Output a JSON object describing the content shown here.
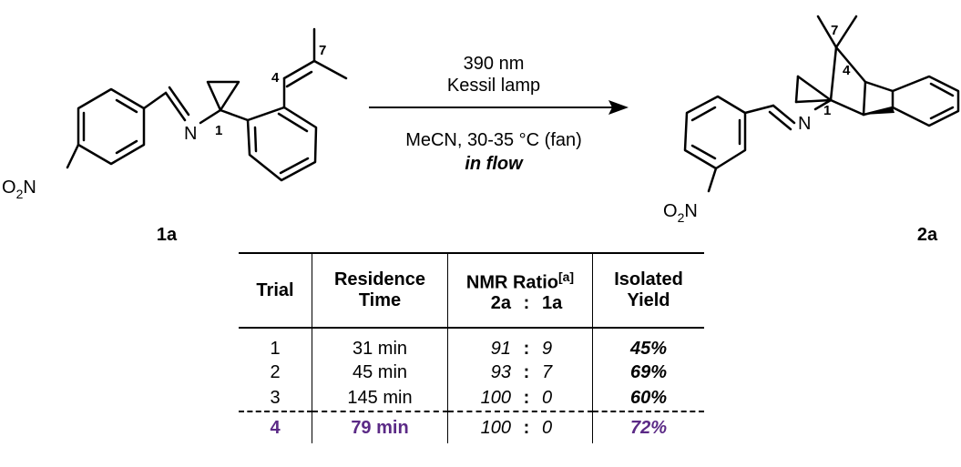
{
  "reaction": {
    "conditions_line1": "390 nm",
    "conditions_line2": "Kessil lamp",
    "conditions_line3": "MeCN, 30-35 °C (fan)",
    "conditions_line4": "in flow"
  },
  "starting_material": {
    "label": "1a",
    "atoms": {
      "nitro_o": "O",
      "nitro_sub": "2",
      "nitro_n": "N",
      "imine_n": "N"
    },
    "positions": [
      "1",
      "4",
      "7"
    ]
  },
  "product": {
    "label": "2a",
    "atoms": {
      "nitro_o": "O",
      "nitro_sub": "2",
      "nitro_n": "N",
      "imine_n": "N"
    },
    "positions": [
      "1",
      "4",
      "7"
    ]
  },
  "table": {
    "headers": {
      "trial": "Trial",
      "residence_line1": "Residence",
      "residence_line2": "Time",
      "ratio_line1": "NMR Ratio",
      "ratio_footnote": "[a]",
      "ratio_sub_left": "2a",
      "ratio_sub_sep": ":",
      "ratio_sub_right": "1a",
      "yield_line1": "Isolated",
      "yield_line2": "Yield"
    },
    "rows": [
      {
        "trial": "1",
        "time": "31 min",
        "ratio_2a": "91",
        "sep": ":",
        "ratio_1a": "9",
        "yield": "45%"
      },
      {
        "trial": "2",
        "time": "45 min",
        "ratio_2a": "93",
        "sep": ":",
        "ratio_1a": "7",
        "yield": "69%"
      },
      {
        "trial": "3",
        "time": "145 min",
        "ratio_2a": "100",
        "sep": ":",
        "ratio_1a": "0",
        "yield": "60%"
      },
      {
        "trial": "4",
        "time": "79 min",
        "ratio_2a": "100",
        "sep": ":",
        "ratio_1a": "0",
        "yield": "72%"
      }
    ],
    "highlight_color": "#5b2a86"
  }
}
